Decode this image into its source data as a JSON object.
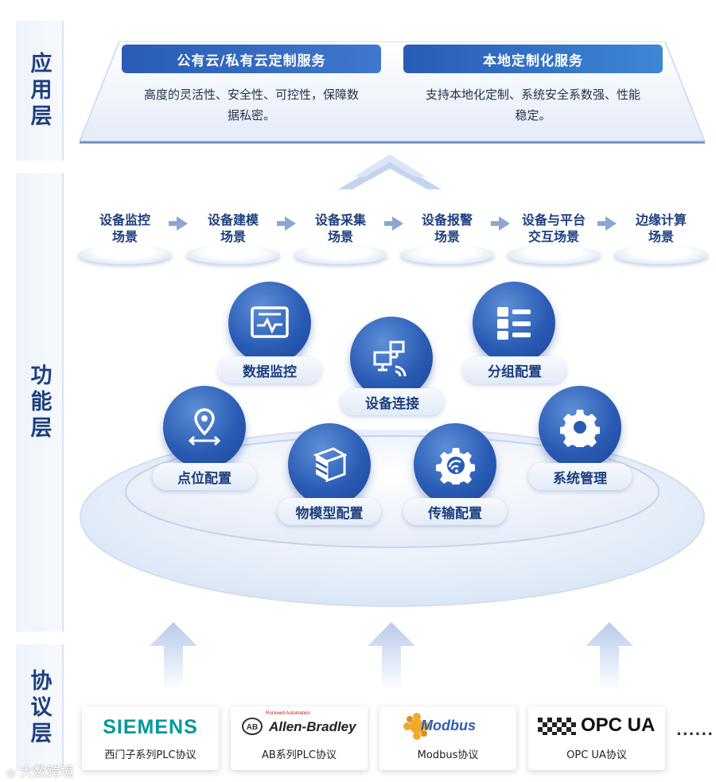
{
  "layers": {
    "application": "应用层",
    "function": "功能层",
    "protocol": "协议层"
  },
  "services": [
    {
      "title": "公有云/私有云定制服务",
      "desc_line1": "高度的灵活性、安全性、可控性，保障数",
      "desc_line2": "据私密。"
    },
    {
      "title": "本地定制化服务",
      "desc_line1": "支持本地化定制、系统安全系数强、性能",
      "desc_line2": "稳定。"
    }
  ],
  "scenes": [
    {
      "line1": "设备监控",
      "line2": "场景"
    },
    {
      "line1": "设备建模",
      "line2": "场景"
    },
    {
      "line1": "设备采集",
      "line2": "场景"
    },
    {
      "line1": "设备报警",
      "line2": "场景"
    },
    {
      "line1": "设备与平台",
      "line2": "交互场景"
    },
    {
      "line1": "边缘计算",
      "line2": "场景"
    }
  ],
  "functions": {
    "data_monitor": "数据监控",
    "device_connect": "设备连接",
    "group_config": "分组配置",
    "point_config": "点位配置",
    "model_config": "物模型配置",
    "transfer_config": "传输配置",
    "system_manage": "系统管理"
  },
  "protocols": [
    {
      "logo": "SIEMENS",
      "caption": "西门子系列PLC协议"
    },
    {
      "logo": "Allen-Bradley",
      "logo_small": "Rockwell Automation",
      "caption": "AB系列PLC协议"
    },
    {
      "logo": "Modbus",
      "caption": "Modbus协议"
    },
    {
      "logo": "OPC UA",
      "caption": "OPC UA协议"
    }
  ],
  "more": "......",
  "watermark": "大数跨境",
  "colors": {
    "primary": "#1d3f7e",
    "accent": "#2a5cb5",
    "siemens": "#009999",
    "modbus": "#2a5fb8"
  }
}
